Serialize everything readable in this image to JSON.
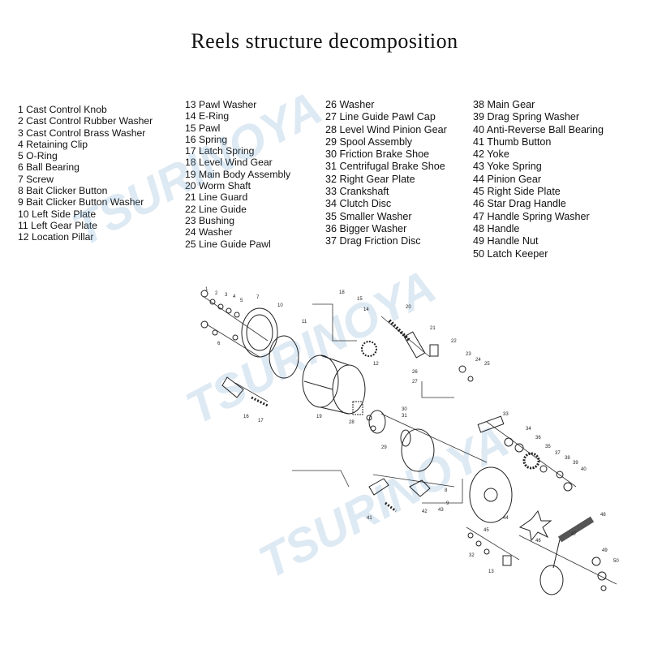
{
  "title": "Reels structure decomposition",
  "watermark": "TSURINOYA",
  "parts": [
    "1 Cast Control Knob",
    "2 Cast Control Rubber Washer",
    "3 Cast Control Brass Washer",
    "4 Retaining Clip",
    "5 O-Ring",
    "6 Ball Bearing",
    "7 Screw",
    "8 Bait Clicker Button",
    "9 Bait Clicker Button Washer",
    "10 Left Side Plate",
    "11 Left Gear Plate",
    "12 Location Pillar",
    "13 Pawl Washer",
    "14 E-Ring",
    "15 Pawl",
    "16 Spring",
    "17 Latch Spring",
    "18 Level Wind Gear",
    "19 Main Body Assembly",
    "20 Worm Shaft",
    "21 Line Guard",
    "22 Line Guide",
    "23 Bushing",
    "24 Washer",
    "25 Line Guide Pawl",
    "26 Washer",
    "27 Line Guide Pawl Cap",
    "28 Level Wind Pinion Gear",
    "29 Spool Assembly",
    "30 Friction Brake Shoe",
    "31 Centrifugal Brake Shoe",
    "32 Right Gear Plate",
    "33 Crankshaft",
    "34 Clutch Disc",
    "35 Smaller Washer",
    "36 Bigger Washer",
    "37 Drag Friction Disc",
    "38 Main Gear",
    "39 Drag Spring Washer",
    "40 Anti-Reverse Ball Bearing",
    "41 Thumb Button",
    "42 Yoke",
    "43 Yoke Spring",
    "44 Pinion Gear",
    "45 Right Side Plate",
    "46 Star Drag Handle",
    "47 Handle Spring Washer",
    "48 Handle",
    "49 Handle Nut",
    "50 Latch Keeper"
  ],
  "callouts": [
    "1",
    "2",
    "3",
    "4",
    "5",
    "6",
    "7",
    "10",
    "11",
    "18",
    "15",
    "14",
    "20",
    "21",
    "22",
    "23",
    "24",
    "25",
    "26",
    "27",
    "28",
    "19",
    "12",
    "16",
    "17",
    "30",
    "31",
    "29",
    "33",
    "34",
    "36",
    "35",
    "37",
    "38",
    "39",
    "40",
    "8",
    "9",
    "41",
    "42",
    "43",
    "44",
    "45",
    "46",
    "47",
    "48",
    "49",
    "50",
    "13",
    "32"
  ]
}
